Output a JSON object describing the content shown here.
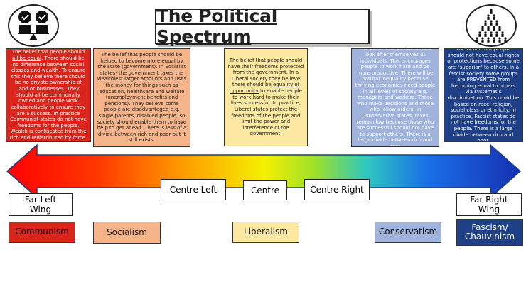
{
  "title": "The Political Spectrum",
  "descriptions": {
    "communism": "The belief that people should all be equal. There should be no difference between social classes and wealth. To ensure this they believe there should be no private ownership of land or businesses. They should all be communally owned and people work collaboratively to ensure they are a success. In practice Communist states do not have freedoms for the people. Wealth is confiscated from the rich and redistributed by force.",
    "socialism": "The belief that people should be helped to become more equal by the state (government). In Socialist states- the government taxes the wealthiest larger amounts and uses the money for things such as education, healthcare and welfare (unemployment benefits and pensions). They believe some people are disadvantaged e.g. single parents, disabled people, so society should enable them to have help to get ahead. There is less of a divide between rich and poor but it still exists.",
    "liberalism": "The belief that people should have their freedoms protected from the government. In a Liberal society they believe there should be equality of opportunity to enable people to work hard to make their lives successful. In practice, Liberal states protect the freedoms of the people and limit the power and interference of the government.",
    "conservatism": "The belief that people should look after themselves as individuals. This encourages people to work hard and be more productive. There will be natural inequality because thriving economies need people in all levels of society e.g. managers and workers. Those who make decisions and those who follow orders. In Conservative states, taxes remain low because those who are successful should not have to support others. There is a large divide between rich and poor.",
    "fascism": "The belief that people should not have equal rights or protections because some are \"superior\" to others. In a fascist society some groups are PREVENTED from becoming equal to others via systematic discrimination. This could be based on race, religion, social class or ethnicity. In practice, Fascist states do not have freedoms for the people. There is a large divide between rich and poor."
  },
  "positions": {
    "far_left": "Far Left Wing",
    "centre_left": "Centre Left",
    "centre": "Centre",
    "centre_right": "Centre Right",
    "far_right": "Far Right Wing"
  },
  "ideologies": {
    "communism": "Communism",
    "socialism": "Socialism",
    "liberalism": "Liberalism",
    "conservatism": "Conservatism",
    "fascism": "Fascism/ Chauvinism"
  },
  "colors": {
    "red": "#d9251c",
    "orange": "#f5b48a",
    "yellow": "#fde8a2",
    "blue": "#9fb3dd",
    "navy": "#1f3f86"
  },
  "icons": {
    "left": "balance-scale-people-icon",
    "right": "hierarchy-people-icon"
  }
}
